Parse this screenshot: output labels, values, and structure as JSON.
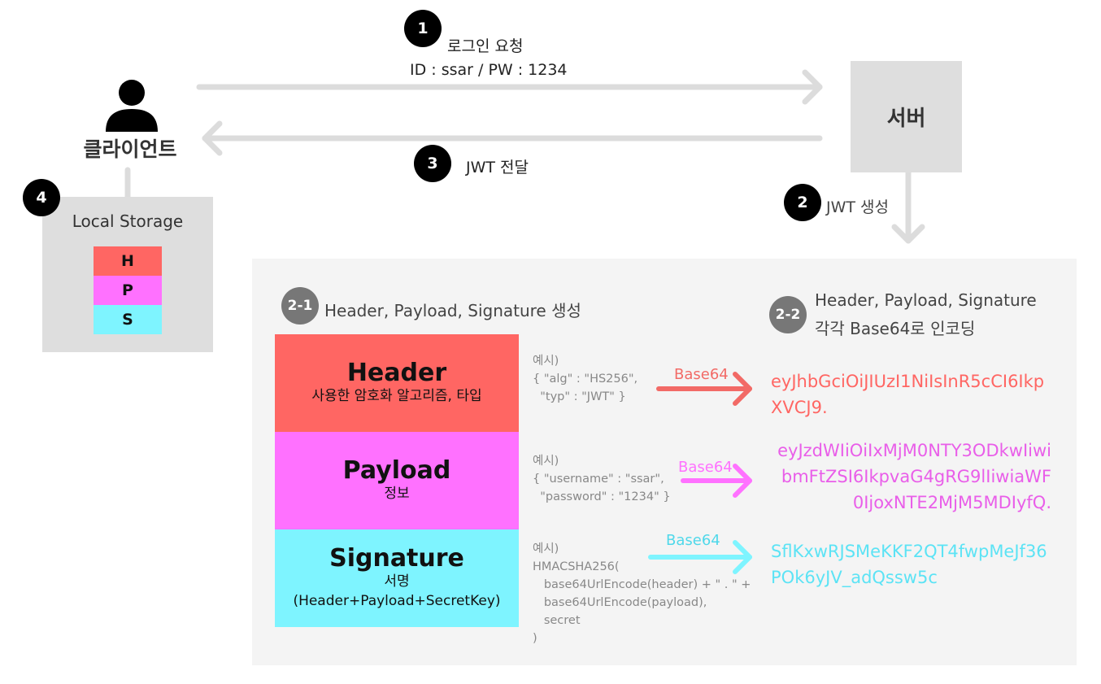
{
  "client": {
    "label": "클라이언트",
    "icon": "person-icon"
  },
  "server": {
    "label": "서버"
  },
  "steps": {
    "s1": {
      "num": "1",
      "title": "로그인 요청",
      "detail": "ID : ssar / PW : 1234"
    },
    "s2": {
      "num": "2",
      "title": "JWT 생성"
    },
    "s3": {
      "num": "3",
      "title": "JWT 전달"
    },
    "s4": {
      "num": "4"
    }
  },
  "storage": {
    "title": "Local Storage",
    "parts": [
      {
        "letter": "H",
        "color": "#ff6663"
      },
      {
        "letter": "P",
        "color": "#ff71ff"
      },
      {
        "letter": "S",
        "color": "#7ef4ff"
      }
    ]
  },
  "section21": {
    "num": "2-1",
    "title": "Header, Payload, Signature 생성"
  },
  "section22": {
    "num": "2-2",
    "line1": "Header, Payload, Signature",
    "line2": "각각 Base64로 인코딩"
  },
  "blocks": [
    {
      "title": "Header",
      "subs": [
        "사용한 암호화 알고리즘, 타입"
      ],
      "color": "#ff6663"
    },
    {
      "title": "Payload",
      "subs": [
        "정보"
      ],
      "color": "#ff71ff"
    },
    {
      "title": "Signature",
      "subs": [
        "서명",
        "(Header+Payload+SecretKey)"
      ],
      "color": "#7ef4ff"
    }
  ],
  "examples": [
    "예시)\n{ \"alg\" : \"HS256\",\n  \"typ\" : \"JWT\" }",
    "예시)\n{ \"username\" : \"ssar\",\n  \"password\" : \"1234\" }",
    "예시)\nHMACSHA256(\n   base64UrlEncode(header) + \" . \" +\n   base64UrlEncode(payload),\n   secret\n)"
  ],
  "arrow_label": "Base64",
  "encoded": [
    {
      "text": "eyJhbGciOiJIUzI1NiIsInR5cCI6IkpXVCJ9.",
      "color": "#ff6663"
    },
    {
      "text": "eyJzdWIiOiIxMjM0NTY3ODkwIiwibmFtZSI6IkpvaG4gRG9lIiwiaWF0IjoxNTE2MjM5MDIyfQ.",
      "color": "#e95ee9"
    },
    {
      "text": "SflKxwRJSMeKKF2QT4fwpMeJf36POk6yJV_adQssw5c",
      "color": "#5ce3f5"
    }
  ],
  "colors": {
    "arrow_grey": "#dcdcdc",
    "box_grey": "#dedede",
    "panel_bg": "#f4f4f4"
  }
}
